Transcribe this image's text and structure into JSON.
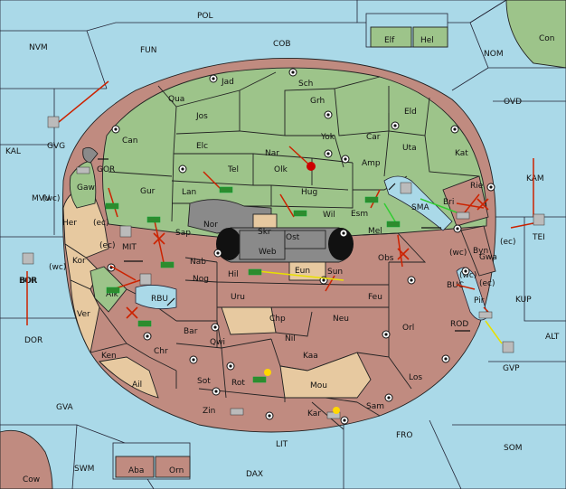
{
  "map_title": "",
  "regions": {
    "sea": [
      "POL",
      "NVM",
      "FUN",
      "COB",
      "NOM",
      "Con",
      "OVD",
      "KAL",
      "MVU",
      "KAM",
      "BOR",
      "DOR",
      "KUP",
      "ALT",
      "GVA",
      "FRO",
      "SOM",
      "SWM",
      "DAX",
      "LIT",
      "Cow",
      "GOR",
      "MIT",
      "RBU",
      "SMA",
      "BUC",
      "ROD"
    ],
    "small_islands": [
      "Elf",
      "Hel",
      "Aba",
      "Orn"
    ],
    "green_land": [
      "Jad",
      "Sch",
      "Qua",
      "Jos",
      "Grh",
      "Can",
      "Eld",
      "Elc",
      "Nar",
      "Yok",
      "Car",
      "Uta",
      "Tel",
      "Olk",
      "Amp",
      "Kat",
      "Gur",
      "Lan",
      "Hug",
      "Esm",
      "Rie",
      "Wil",
      "Nor",
      "Sap",
      "Gaw",
      "Aik"
    ],
    "red_land": [
      "Bri",
      "Obs",
      "Nab",
      "Nog",
      "Hil",
      "Uru",
      "Feu",
      "Sun",
      "Neu",
      "Orl",
      "Bar",
      "Qwi",
      "Nil",
      "Chr",
      "Kaa",
      "Ken",
      "Los",
      "Sot",
      "Rot",
      "Zin",
      "Kar",
      "Sam",
      "Gwa",
      "Pir",
      "Byn",
      "Mel"
    ],
    "tan_land": [
      "Her",
      "Kor",
      "Ver",
      "Ail",
      "Chp",
      "Mou",
      "Eun"
    ],
    "central_gray": [
      "Skr",
      "Ost",
      "Web"
    ]
  },
  "coast_tags": [
    "(wc)",
    "(ec)",
    "(ec)",
    "(wc)",
    "(wc)",
    "(ec)",
    "(ec)",
    "(wc)"
  ],
  "unit_labels": {
    "fleet_units": [
      "GVG",
      "GVP",
      "TEI",
      "BOR"
    ]
  },
  "colors": {
    "sea": "#aad9e8",
    "green": "#9dc48a",
    "red": "#c08b80",
    "tan": "#e7c9a0",
    "gray": "#8a8a8a"
  }
}
